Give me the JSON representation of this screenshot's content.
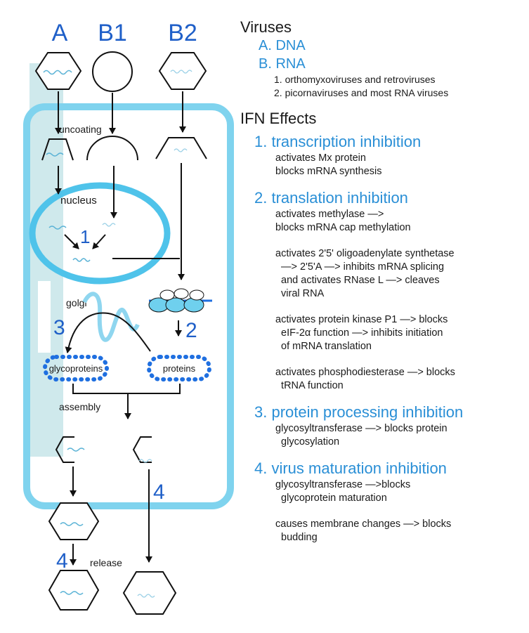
{
  "diagram": {
    "column_labels": [
      "A",
      "B1",
      "B2"
    ],
    "uncoating_label": "uncoating",
    "nucleus_label": "nucleus",
    "golgi_label": "golgi",
    "glycoproteins_label": "glycoproteins",
    "proteins_label": "proteins",
    "assembly_label": "assembly",
    "release_label": "release",
    "step_numbers": [
      "1",
      "2",
      "3",
      "4",
      "4"
    ]
  },
  "viruses": {
    "title": "Viruses",
    "a": "A. DNA",
    "b": "B. RNA",
    "b_items": [
      "1.  orthomyxoviruses and retroviruses",
      "2.  picornaviruses and most RNA viruses"
    ]
  },
  "ifn": {
    "title": "IFN Effects",
    "s1_title": "1. transcription inhibition",
    "s1_lines": [
      "activates Mx protein",
      "blocks mRNA synthesis"
    ],
    "s2_title": "2. translation inhibition",
    "s2_p1": [
      "activates methylase —>",
      "blocks mRNA cap methylation"
    ],
    "s2_p2": [
      "activates 2'5' oligoadenylate synthetase",
      "  —> 2'5'A —> inhibits mRNA splicing",
      "  and activates RNase L —> cleaves",
      "  viral RNA"
    ],
    "s2_p3": [
      "activates protein kinase P1 —> blocks",
      "  eIF-2α function —> inhibits initiation",
      "  of mRNA translation"
    ],
    "s2_p4": [
      "activates phosphodiesterase —> blocks",
      "  tRNA function"
    ],
    "s3_title": "3. protein processing inhibition",
    "s3_lines": [
      "glycosyltransferase —> blocks protein",
      "  glycosylation"
    ],
    "s4_title": "4. virus maturation inhibition",
    "s4_p1": [
      "glycosyltransferase —>blocks",
      "  glycoprotein maturation"
    ],
    "s4_p2": [
      "causes membrane changes —> blocks",
      "  budding"
    ]
  },
  "colors": {
    "accent_blue": "#2a8fd6",
    "number_blue": "#1f5fc8",
    "membrane_blue": "#7fd3ee",
    "dot_blue": "#1f6fe0"
  }
}
